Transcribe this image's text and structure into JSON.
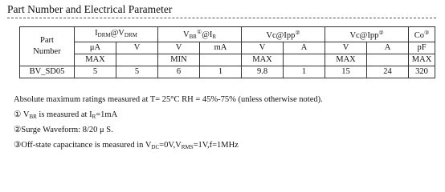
{
  "title": "Part Number and Electrical Parameter",
  "table": {
    "part_header": "Part Number",
    "groups": [
      {
        "main": "I",
        "sub": "DRM",
        "at": "@V",
        "at_sub": "DRM",
        "sup": ""
      },
      {
        "main": "V",
        "sub": "BR",
        "sup": "①",
        "at": "@I",
        "at_sub": "R"
      },
      {
        "main": "Vc@Ipp",
        "sup": "②"
      },
      {
        "main": "Vc@Ipp",
        "sup": "②"
      },
      {
        "main": "Co",
        "sup": "③"
      }
    ],
    "units": [
      "μA",
      "V",
      "V",
      "mA",
      "V",
      "A",
      "V",
      "A",
      "pF"
    ],
    "limits": [
      "MAX",
      "",
      "MIN",
      "",
      "MAX",
      "",
      "MAX",
      "",
      "MAX"
    ],
    "row": {
      "part": "BV_SD05",
      "values": [
        "5",
        "5",
        "6",
        "1",
        "9.8",
        "1",
        "15",
        "24",
        "320"
      ]
    }
  },
  "notes": {
    "line1": "Absolute maximum ratings measured at T= 25°C RH = 45%-75% (unless otherwise noted).",
    "line2_prefix": "① V",
    "line2_sub1": "BR",
    "line2_mid": " is measured at I",
    "line2_sub2": "R",
    "line2_suffix": "=1mA",
    "line3": "②Surge Waveform: 8/20 μ S.",
    "line4_prefix": "③Off-state capacitance is measured in V",
    "line4_sub1": "DC",
    "line4_mid": "=0V,V",
    "line4_sub2": "RMS",
    "line4_suffix": "=1V,f=1MHz"
  }
}
